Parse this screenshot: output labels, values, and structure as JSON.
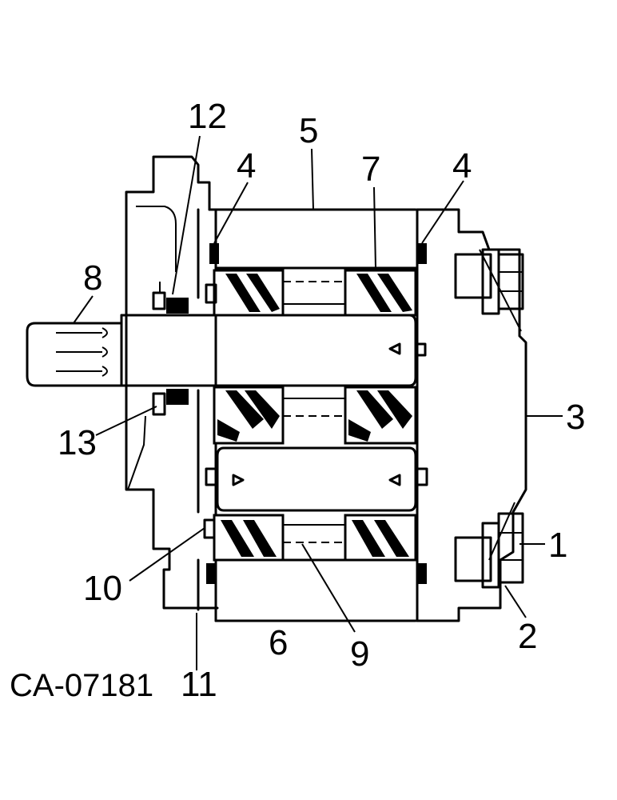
{
  "drawing_code": "CA-07181",
  "callouts": {
    "c1": "1",
    "c2": "2",
    "c3": "3",
    "c4a": "4",
    "c4b": "4",
    "c5": "5",
    "c6": "6",
    "c7": "7",
    "c8": "8",
    "c9": "9",
    "c10": "10",
    "c11": "11",
    "c12": "12",
    "c13": "13"
  }
}
